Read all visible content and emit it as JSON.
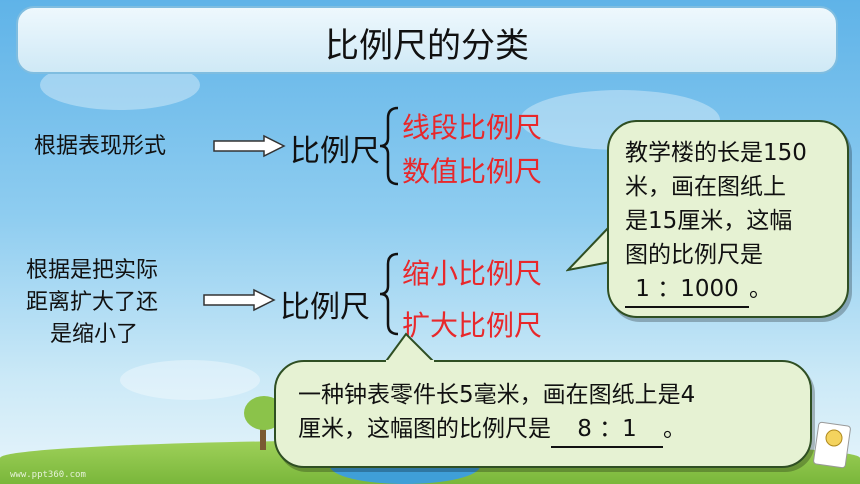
{
  "title": "比例尺的分类",
  "row1": {
    "label": "根据表现形式",
    "target": "比例尺",
    "types": [
      "线段比例尺",
      "数值比例尺"
    ]
  },
  "row2": {
    "label_lines": [
      "根据是把实际",
      "距离扩大了还",
      "是缩小了"
    ],
    "target": "比例尺",
    "types": [
      "缩小比例尺",
      "扩大比例尺"
    ]
  },
  "bubble1": {
    "lines": [
      "教学楼的长是150",
      "米，画在图纸上",
      "是15厘米，这幅",
      "图的比例尺是"
    ],
    "answer": "1 ：1000",
    "end": "。"
  },
  "bubble2": {
    "line1": "一种钟表零件长5毫米，画在图纸上是4",
    "line2_prefix": "厘米，这幅图的比例尺是",
    "answer": "8 ：1",
    "end": "。"
  },
  "watermark": "www.ppt360.com",
  "colors": {
    "accent_red": "#e8282b",
    "bubble_fill": "#e6f2d3",
    "bubble_border": "#2f4f23"
  }
}
